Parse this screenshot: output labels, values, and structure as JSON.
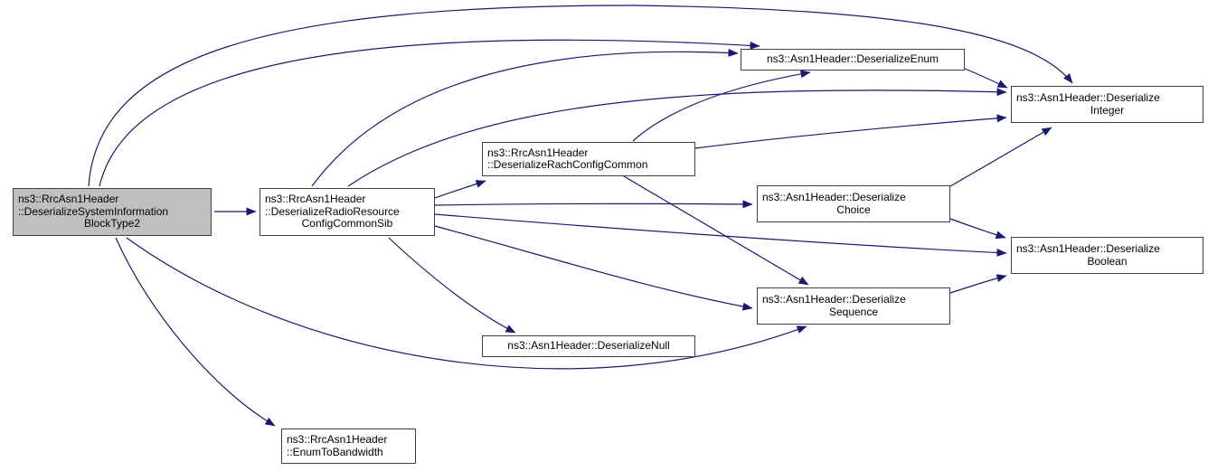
{
  "diagram": {
    "type": "call-graph",
    "background_color": "#ffffff",
    "edge_color": "#191970",
    "node_border_color": "#404040",
    "node_fill": "#ffffff",
    "highlight_fill": "#bfbfbf",
    "nodes": [
      {
        "id": "deserialize-system-information-block-type2",
        "label": "ns3::RrcAsn1Header::DeserializeSystemInformationBlockType2",
        "lines": [
          "ns3::RrcAsn1Header",
          "::DeserializeSystemInformation",
          "BlockType2"
        ],
        "highlighted": true
      },
      {
        "id": "deserialize-radio-resource-config-common-sib",
        "label": "ns3::RrcAsn1Header::DeserializeRadioResourceConfigCommonSib",
        "lines": [
          "ns3::RrcAsn1Header",
          "::DeserializeRadioResource",
          "ConfigCommonSib"
        ],
        "highlighted": false
      },
      {
        "id": "deserialize-rach-config-common",
        "label": "ns3::RrcAsn1Header::DeserializeRachConfigCommon",
        "lines": [
          "ns3::RrcAsn1Header",
          "::DeserializeRachConfigCommon"
        ],
        "highlighted": false
      },
      {
        "id": "deserialize-enum",
        "label": "ns3::Asn1Header::DeserializeEnum",
        "lines": [
          "ns3::Asn1Header::DeserializeEnum"
        ],
        "highlighted": false
      },
      {
        "id": "deserialize-integer",
        "label": "ns3::Asn1Header::DeserializeInteger",
        "lines": [
          "ns3::Asn1Header::Deserialize",
          "Integer"
        ],
        "highlighted": false
      },
      {
        "id": "deserialize-choice",
        "label": "ns3::Asn1Header::DeserializeChoice",
        "lines": [
          "ns3::Asn1Header::Deserialize",
          "Choice"
        ],
        "highlighted": false
      },
      {
        "id": "deserialize-boolean",
        "label": "ns3::Asn1Header::DeserializeBoolean",
        "lines": [
          "ns3::Asn1Header::Deserialize",
          "Boolean"
        ],
        "highlighted": false
      },
      {
        "id": "deserialize-sequence",
        "label": "ns3::Asn1Header::DeserializeSequence",
        "lines": [
          "ns3::Asn1Header::Deserialize",
          "Sequence"
        ],
        "highlighted": false
      },
      {
        "id": "deserialize-null",
        "label": "ns3::Asn1Header::DeserializeNull",
        "lines": [
          "ns3::Asn1Header::DeserializeNull"
        ],
        "highlighted": false
      },
      {
        "id": "enum-to-bandwidth",
        "label": "ns3::RrcAsn1Header::EnumToBandwidth",
        "lines": [
          "ns3::RrcAsn1Header",
          "::EnumToBandwidth"
        ],
        "highlighted": false
      }
    ],
    "edges": [
      {
        "from": "deserialize-system-information-block-type2",
        "to": "deserialize-radio-resource-config-common-sib"
      },
      {
        "from": "deserialize-system-information-block-type2",
        "to": "deserialize-enum"
      },
      {
        "from": "deserialize-system-information-block-type2",
        "to": "deserialize-integer"
      },
      {
        "from": "deserialize-system-information-block-type2",
        "to": "deserialize-sequence"
      },
      {
        "from": "deserialize-system-information-block-type2",
        "to": "enum-to-bandwidth"
      },
      {
        "from": "deserialize-radio-resource-config-common-sib",
        "to": "deserialize-rach-config-common"
      },
      {
        "from": "deserialize-radio-resource-config-common-sib",
        "to": "deserialize-enum"
      },
      {
        "from": "deserialize-radio-resource-config-common-sib",
        "to": "deserialize-integer"
      },
      {
        "from": "deserialize-radio-resource-config-common-sib",
        "to": "deserialize-choice"
      },
      {
        "from": "deserialize-radio-resource-config-common-sib",
        "to": "deserialize-boolean"
      },
      {
        "from": "deserialize-radio-resource-config-common-sib",
        "to": "deserialize-sequence"
      },
      {
        "from": "deserialize-radio-resource-config-common-sib",
        "to": "deserialize-null"
      },
      {
        "from": "deserialize-rach-config-common",
        "to": "deserialize-enum"
      },
      {
        "from": "deserialize-rach-config-common",
        "to": "deserialize-integer"
      },
      {
        "from": "deserialize-rach-config-common",
        "to": "deserialize-sequence"
      },
      {
        "from": "deserialize-enum",
        "to": "deserialize-integer"
      },
      {
        "from": "deserialize-choice",
        "to": "deserialize-integer"
      },
      {
        "from": "deserialize-choice",
        "to": "deserialize-boolean"
      },
      {
        "from": "deserialize-sequence",
        "to": "deserialize-boolean"
      }
    ]
  }
}
